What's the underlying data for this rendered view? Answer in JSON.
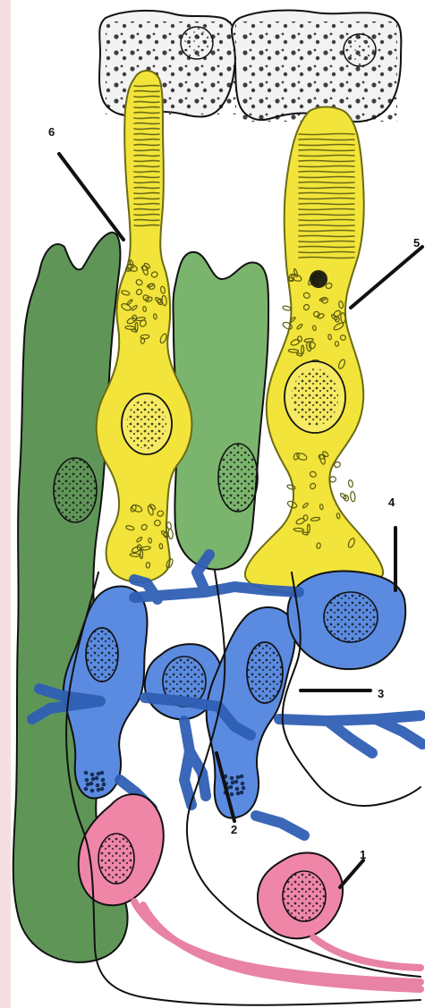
{
  "colors": {
    "left_margin": "#f5dfe3",
    "pigment_epithelium": "#f3f3f3",
    "pigment_dark": "#111111",
    "photoreceptor_yellow": "#f2e43a",
    "photoreceptor_outline": "#6b6b16",
    "muller_green": "#5f9658",
    "muller_green_light": "#7bb46d",
    "neuron_blue": "#2f5fb4",
    "neuron_blue_light": "#5b8be0",
    "ganglion_red": "#df5a86",
    "ganglion_red_light": "#ef86a8",
    "axon_pink": "#e77ca0",
    "ink": "#111111",
    "background": "#ffffff"
  },
  "labels": {
    "l1": "1",
    "l2": "2",
    "l3": "3",
    "l4": "4",
    "l5": "5",
    "l6": "6"
  }
}
